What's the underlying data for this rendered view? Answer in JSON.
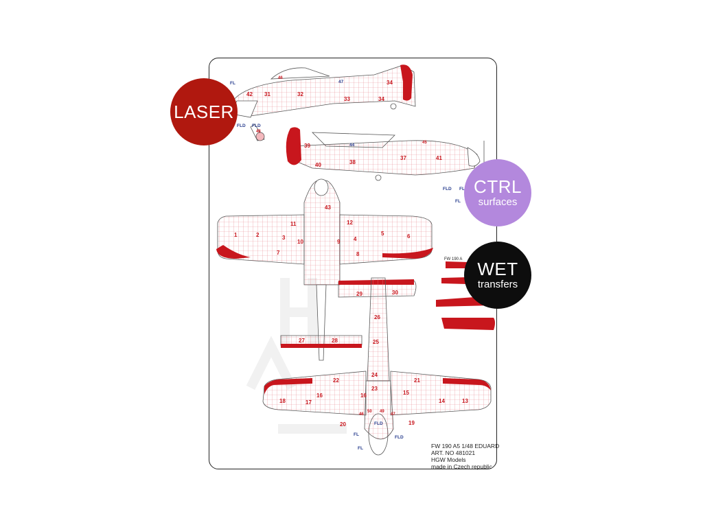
{
  "badges": {
    "laser": {
      "title": "LASER"
    },
    "ctrl": {
      "title": "CTRL",
      "subtitle": "surfaces"
    },
    "wet": {
      "title": "WET",
      "subtitle": "transfers"
    }
  },
  "sheet_info": {
    "line1": "FW 190 A5  1/48  EDUARD",
    "line2": "ART. NO 481021",
    "line3": "HGW Models",
    "line4": "made in Czech republic"
  },
  "decal_strip_label": "FW 190 A",
  "labels": {
    "fl": "FL",
    "fld": "FLD",
    "n1": "1",
    "n2": "2",
    "n3": "3",
    "n4": "4",
    "n5": "5",
    "n6": "6",
    "n7": "7",
    "n8": "8",
    "n9": "9",
    "n10": "10",
    "n11": "11",
    "n12": "12",
    "n13": "13",
    "n14": "14",
    "n15": "15",
    "n16": "16",
    "n17": "17",
    "n18": "18",
    "n19": "19",
    "n20": "20",
    "n21": "21",
    "n22": "22",
    "n23": "23",
    "n24": "24",
    "n25": "25",
    "n26": "26",
    "n27": "27",
    "n28": "28",
    "n29": "29",
    "n30": "30",
    "n31": "31",
    "n32": "32",
    "n33": "33",
    "n34": "34",
    "n37": "37",
    "n38": "38",
    "n39": "39",
    "n40": "40",
    "n41": "41",
    "n42": "42",
    "n43": "43",
    "n44": "44",
    "n45": "45",
    "n46": "46",
    "n47": "47",
    "n48": "48",
    "n49": "49",
    "n50": "50"
  },
  "colors": {
    "accent_red": "#c8161d",
    "laser_red": "#b0180f",
    "ctrl_purple": "#b388dd",
    "wet_black": "#0d0d0d",
    "panel_pink": "#f4b8bd",
    "label_blue": "#2a3f8f"
  }
}
